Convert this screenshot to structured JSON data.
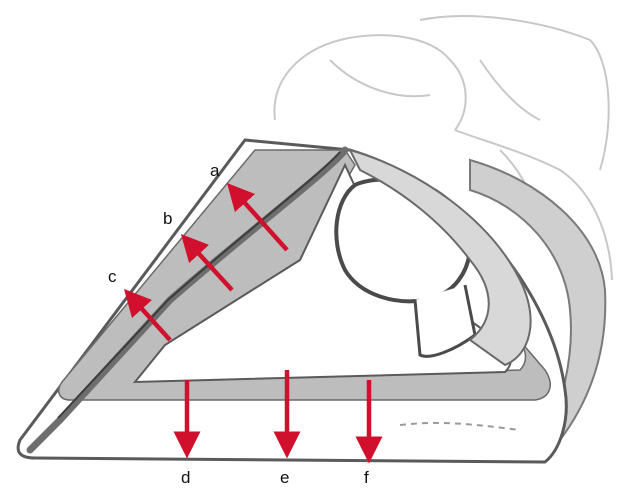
{
  "figure": {
    "colors": {
      "arrow": "#d0102c",
      "outline": "#5a5a5a",
      "shade": "#bdbdbd",
      "shade_dark": "#8c8c8c",
      "sketch": "#c8c8c8"
    },
    "labels": {
      "a": "a",
      "b": "b",
      "c": "c",
      "d": "d",
      "e": "e",
      "f": "f"
    }
  }
}
